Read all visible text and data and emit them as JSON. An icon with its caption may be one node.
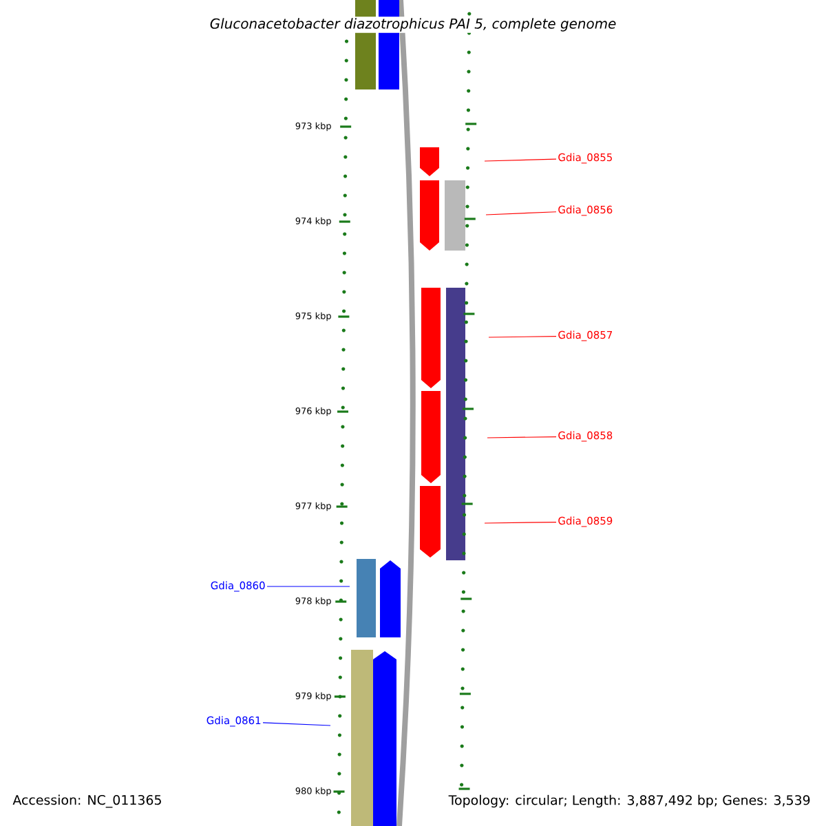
{
  "diagram": {
    "title": "Gluconacetobacter diazotrophicus PAI 5, complete genome",
    "nodes": [
      {
        "text": [
          "Gdia_0855"
        ]
      },
      {
        "text": [
          "Gdia_0856"
        ]
      },
      {
        "text": [
          "Gdia_0857"
        ]
      },
      {
        "text": [
          "Gdia_0858"
        ]
      },
      {
        "text": [
          "Gdia_0859"
        ]
      },
      {
        "text": [
          "Gdia_0860"
        ]
      },
      {
        "text": [
          "Gdia_0861"
        ]
      }
    ],
    "edges": [
      {
        "from": 0,
        "to": null,
        "arrow": "none"
      },
      {
        "from": 1,
        "to": null,
        "arrow": "none"
      },
      {
        "from": 2,
        "to": null,
        "arrow": "none"
      },
      {
        "from": 3,
        "to": null,
        "arrow": "none"
      },
      {
        "from": 4,
        "to": null,
        "arrow": "none"
      },
      {
        "from": 5,
        "to": null,
        "arrow": "none",
        "color": "#0000ff"
      },
      {
        "from": 6,
        "to": null,
        "arrow": "none",
        "color": "#0000ff"
      }
    ],
    "labels": [
      "973 kbp",
      "974 kbp",
      "975 kbp",
      "976 kbp",
      "977 kbp",
      "978 kbp",
      "979 kbp",
      "980 kbp",
      "Accession: NC_011365",
      "Topology: circular; Length: 3,887,492 bp; Genes: 3,539"
    ]
  }
}
